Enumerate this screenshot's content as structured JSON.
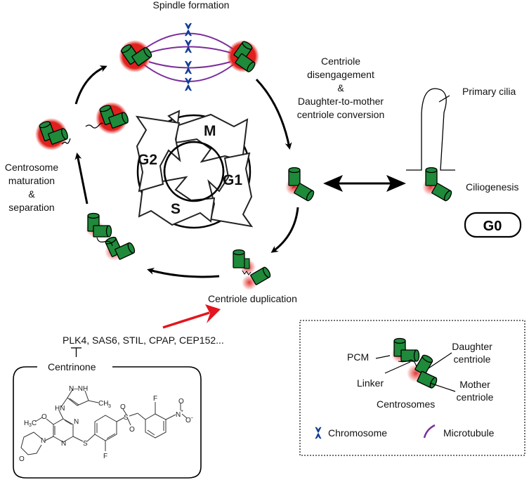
{
  "title": "Centrosome cycle and centrinone inhibition of centriole duplication",
  "labels": {
    "spindle_formation": "Spindle formation",
    "disengagement": [
      "Centriole",
      "disengagement",
      "&",
      "Daughter-to-mother",
      "centriole conversion"
    ],
    "maturation": [
      "Centrosome",
      "maturation",
      "&",
      "separation"
    ],
    "centriole_duplication": "Centriole duplication",
    "primary_cilia": "Primary cilia",
    "ciliogenesis": "Ciliogenesis",
    "g0": "G0",
    "regulators": "PLK4, SAS6, STIL, CPAP, CEP152...",
    "inhibitor": "Centrinone"
  },
  "cell_cycle_phases": [
    "M",
    "G1",
    "S",
    "G2"
  ],
  "legend": {
    "pcm": "PCM",
    "linker": "Linker",
    "daughter": [
      "Daughter",
      "centriole"
    ],
    "mother": [
      "Mother",
      "centriole"
    ],
    "centrosomes": "Centrosomes",
    "chromosome": "Chromosome",
    "microtubule": "Microtubule"
  },
  "chemical": {
    "atoms": {
      "nh_top": "N–NH",
      "ch3": "CH",
      "ch3_sub": "3",
      "hn": "HN",
      "h3c": "H",
      "h3c_sub": "3",
      "h3c_c": "C",
      "o_meth": "O",
      "n1": "N",
      "n2": "N",
      "n_morph": "N",
      "o_morph": "O",
      "s": "S",
      "f1": "F",
      "so2_s": "S",
      "o_a": "O",
      "o_b": "O",
      "f2": "F",
      "n_nitro": "N",
      "plus": "+",
      "o_nitro_top": "O",
      "o_nitro_r": "O",
      "minus": "−"
    }
  },
  "colors": {
    "centriole_green": "#1e8a3a",
    "pcm_red": "#e0201c",
    "chromosome_blue": "#143c96",
    "microtubule_purple": "#7b2e9b",
    "arrow_black": "#000000",
    "arrow_red": "#e3151e"
  }
}
